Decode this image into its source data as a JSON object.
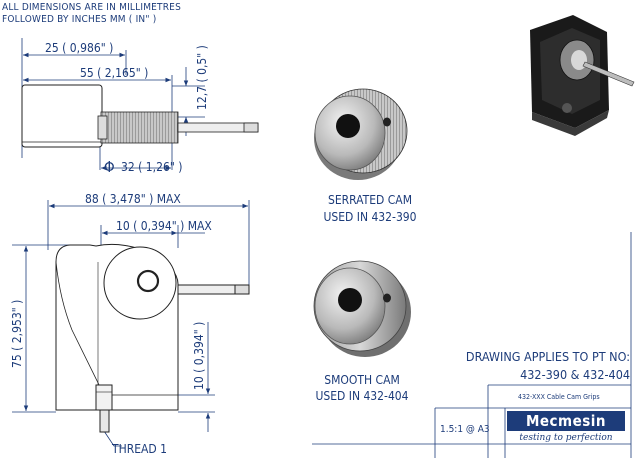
{
  "notes": {
    "line1": "ALL DIMENSIONS ARE IN MILLIMETRES",
    "line2": "FOLLOWED BY INCHES    MM ( IN\" )"
  },
  "top_view": {
    "dim_width_25": "25 ( 0,986\" )",
    "dim_width_55": "55 ( 2,165\" )",
    "dim_height": "12,7 ( 0,5\" )",
    "dim_diameter": "32 ( 1,26\" )",
    "diameter_symbol": "Φ"
  },
  "front_view": {
    "dim_overall": "88 ( 3,478\" ) MAX",
    "dim_10_max": "10 ( 0,394\" ) MAX",
    "dim_height_75": "75 ( 2,953\" )",
    "dim_10_vert": "10 ( 0,394\" )",
    "thread_label": "THREAD 1"
  },
  "cams": {
    "serrated_line1": "SERRATED CAM",
    "serrated_line2": "USED IN 432-390",
    "smooth_line1": "SMOOTH CAM",
    "smooth_line2": "USED IN 432-404"
  },
  "title_block": {
    "applies_line1": "DRAWING APPLIES TO PT NO:",
    "applies_line2": "432-390 & 432-404",
    "part_title": "432-XXX Cable Cam Grips",
    "scale": "1.5:1 @  A3",
    "brand": "Mecmesin",
    "tagline": "testing to perfection"
  },
  "colors": {
    "ink": "#1d3c7a",
    "brand_band": "#1d3c7a",
    "part_fill": "#ffffff",
    "part_stroke": "#222222"
  }
}
